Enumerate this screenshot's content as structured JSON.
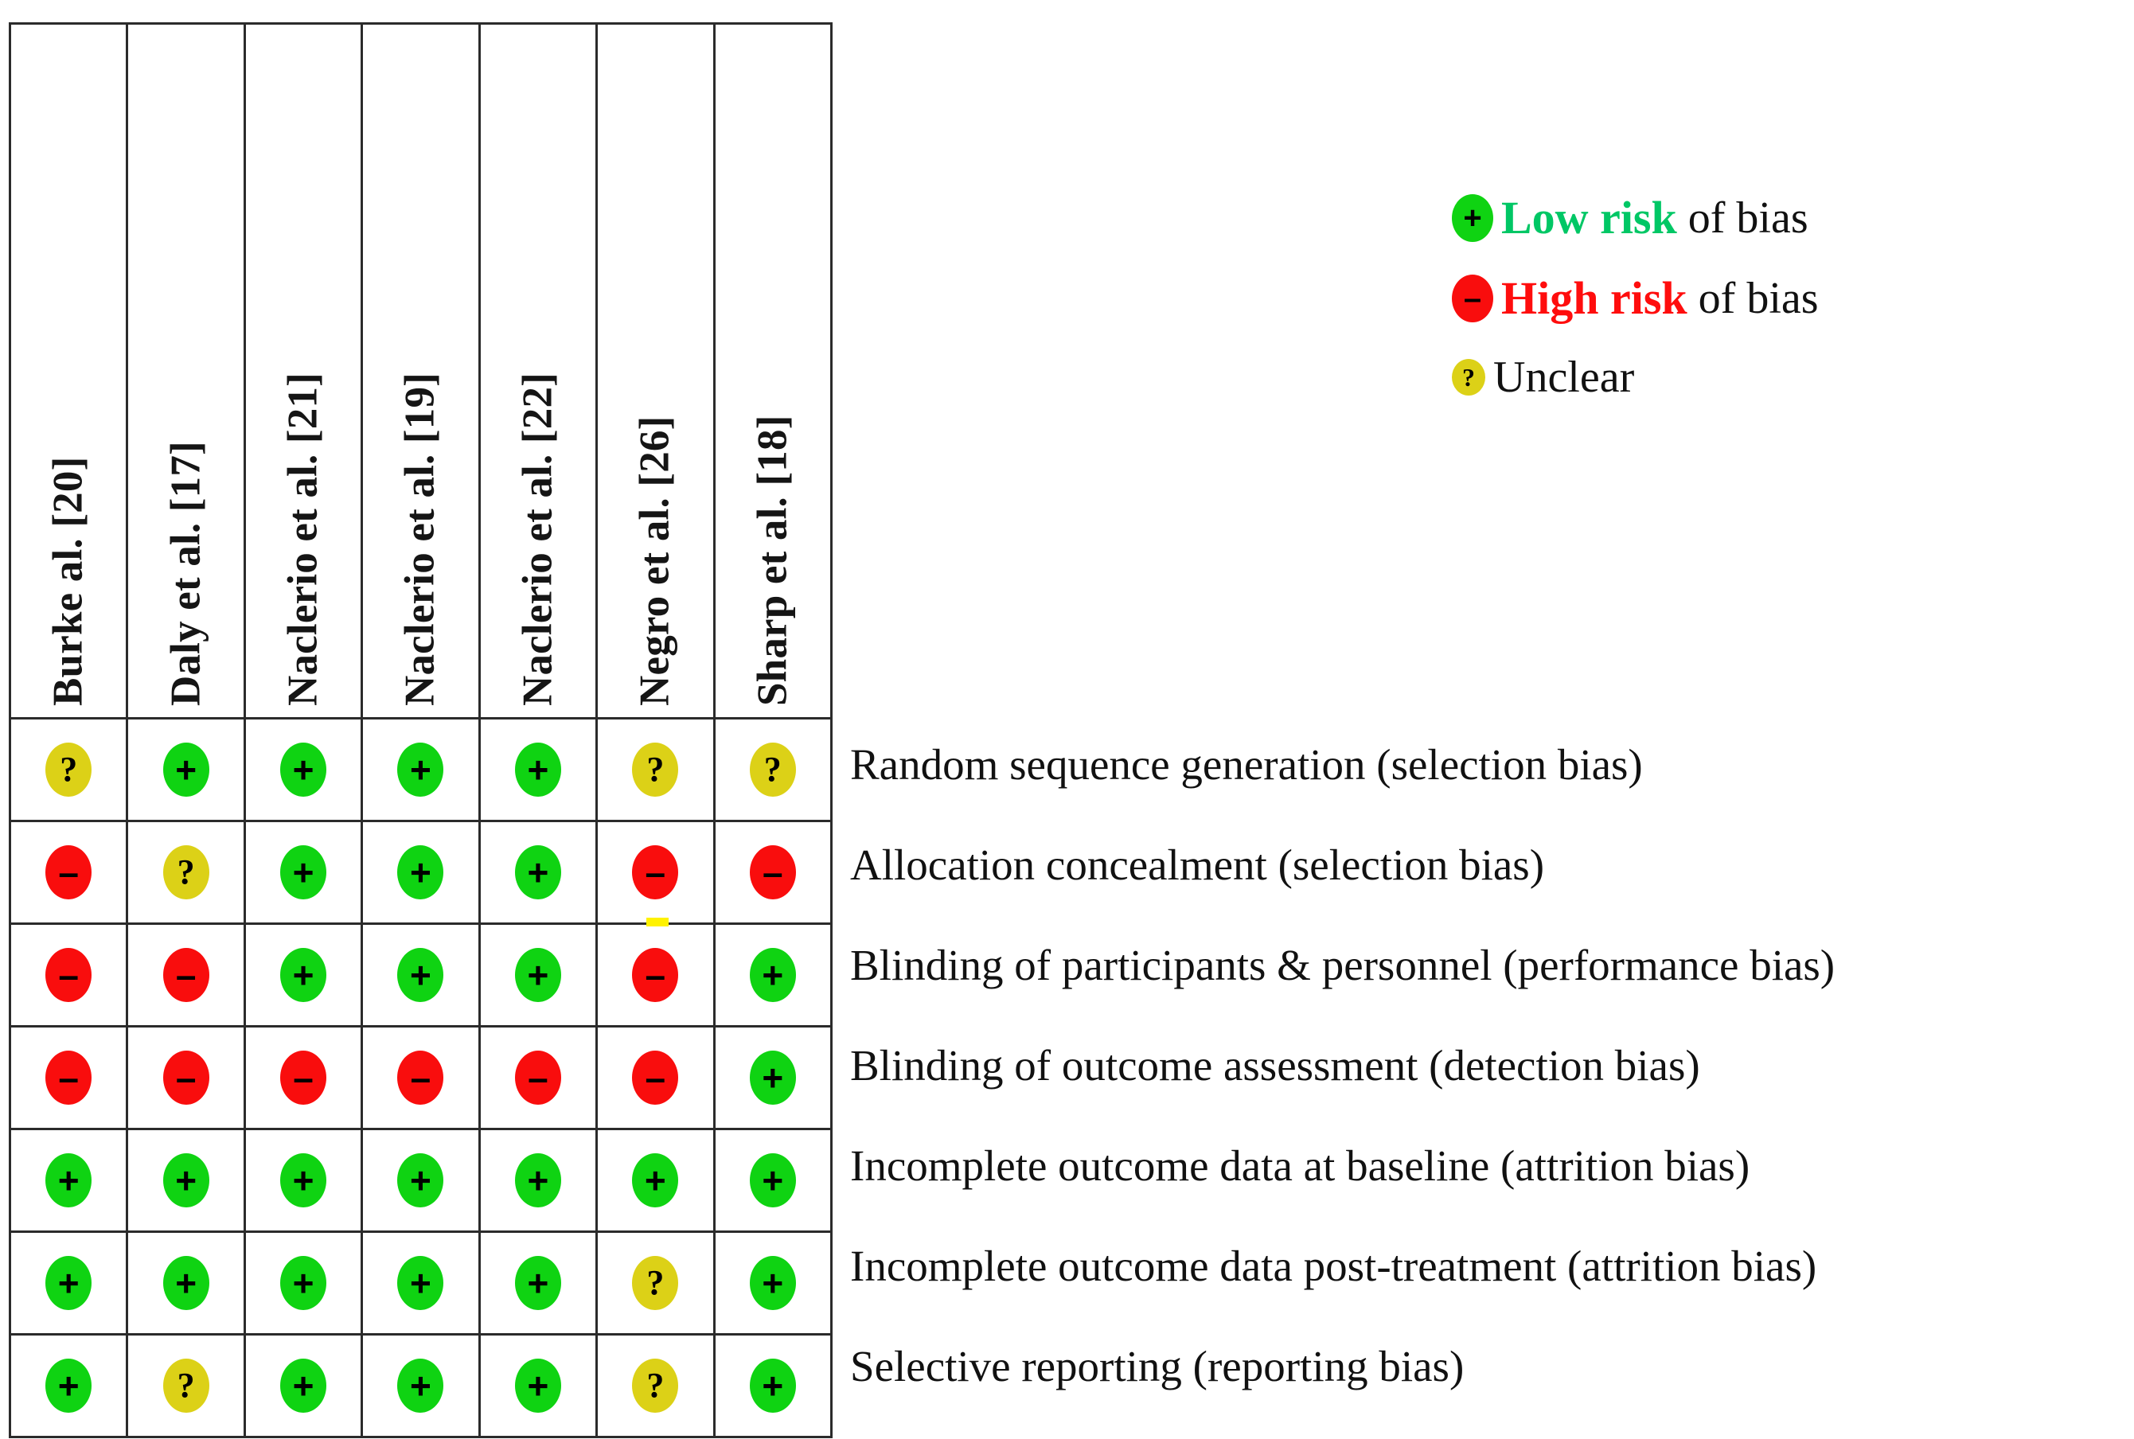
{
  "figure": {
    "type": "risk-of-bias-summary",
    "studies": [
      "Burke al. [20]",
      "Daly et al. [17]",
      "Naclerio et al. [21]",
      "Naclerio et al. [19]",
      "Naclerio et al. [22]",
      "Negro et al. [26]",
      "Sharp et al. [18]"
    ],
    "domains": [
      "Random sequence generation (selection bias)",
      "Allocation concealment (selection bias)",
      "Blinding of participants & personnel (performance bias)",
      "Blinding of outcome assessment (detection bias)",
      "Incomplete outcome data at baseline (attrition bias)",
      "Incomplete outcome data post-treatment (attrition bias)",
      "Selective reporting (reporting bias)"
    ],
    "judgement_glyphs": {
      "low": "+",
      "high": "–",
      "unclear": "?"
    },
    "matrix": [
      [
        "unclear",
        "low",
        "low",
        "low",
        "low",
        "unclear",
        "unclear"
      ],
      [
        "high",
        "unclear",
        "low",
        "low",
        "low",
        "high",
        "high"
      ],
      [
        "high",
        "high",
        "low",
        "low",
        "low",
        "high",
        "low"
      ],
      [
        "high",
        "high",
        "high",
        "high",
        "high",
        "high",
        "low"
      ],
      [
        "low",
        "low",
        "low",
        "low",
        "low",
        "low",
        "low"
      ],
      [
        "low",
        "low",
        "low",
        "low",
        "low",
        "unclear",
        "low"
      ],
      [
        "low",
        "unclear",
        "low",
        "low",
        "low",
        "unclear",
        "low"
      ]
    ],
    "colors": {
      "low": "#0FD312",
      "high": "#F90D0D",
      "unclear": "#DCD117",
      "low_text": "#00C765",
      "high_text": "#FF0D0D",
      "grid_line": "#2b2b2b",
      "artifact": "#FFF200"
    }
  },
  "legend": {
    "items": [
      {
        "kind": "low",
        "glyph": "+",
        "emphasis": "Low risk",
        "rest": "of bias"
      },
      {
        "kind": "high",
        "glyph": "–",
        "emphasis": "High risk",
        "rest": "of bias"
      },
      {
        "kind": "unclear",
        "glyph": "?",
        "emphasis": "",
        "rest": "Unclear"
      }
    ]
  }
}
